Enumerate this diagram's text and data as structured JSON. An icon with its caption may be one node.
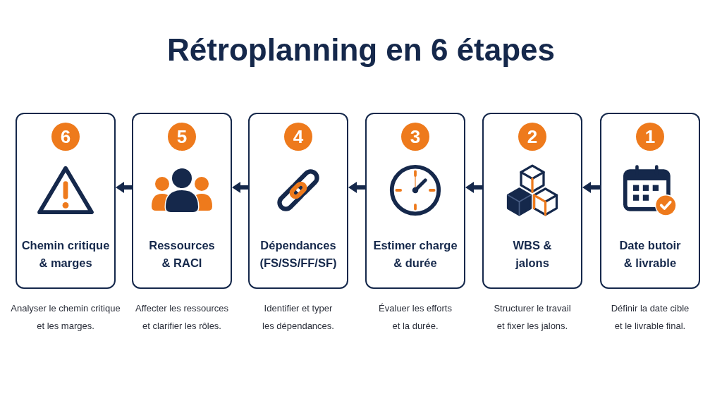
{
  "diagram": {
    "title": "Rétroplanning en 6 étapes",
    "nodes": [
      {
        "text": [
          "6",
          "Chemin critique & marges"
        ],
        "beside": [
          "Analyser le chemin critique et les marges."
        ]
      },
      {
        "text": [
          "5",
          "Ressources & RACI"
        ],
        "beside": [
          "Affecter les ressources et clarifier les rôles."
        ]
      },
      {
        "text": [
          "4",
          "Dépendances (FS/SS/FF/SF)"
        ],
        "beside": [
          "Identifier et typer les dépendances."
        ]
      },
      {
        "text": [
          "3",
          "Estimer charge & durée"
        ],
        "beside": [
          "Évaluer les efforts et la durée."
        ]
      },
      {
        "text": [
          "2",
          "WBS & jalons"
        ],
        "beside": [
          "Structurer le travail et fixer les jalons."
        ]
      },
      {
        "text": [
          "1",
          "Date butoir & livrable"
        ],
        "beside": [
          "Définir la date cible et le livrable final."
        ]
      }
    ],
    "edges": [
      {
        "from": 1,
        "to": 0,
        "arrow": "to"
      },
      {
        "from": 2,
        "to": 1,
        "arrow": "to"
      },
      {
        "from": 3,
        "to": 2,
        "arrow": "to"
      },
      {
        "from": 4,
        "to": 3,
        "arrow": "to"
      },
      {
        "from": 5,
        "to": 4,
        "arrow": "to"
      }
    ]
  }
}
